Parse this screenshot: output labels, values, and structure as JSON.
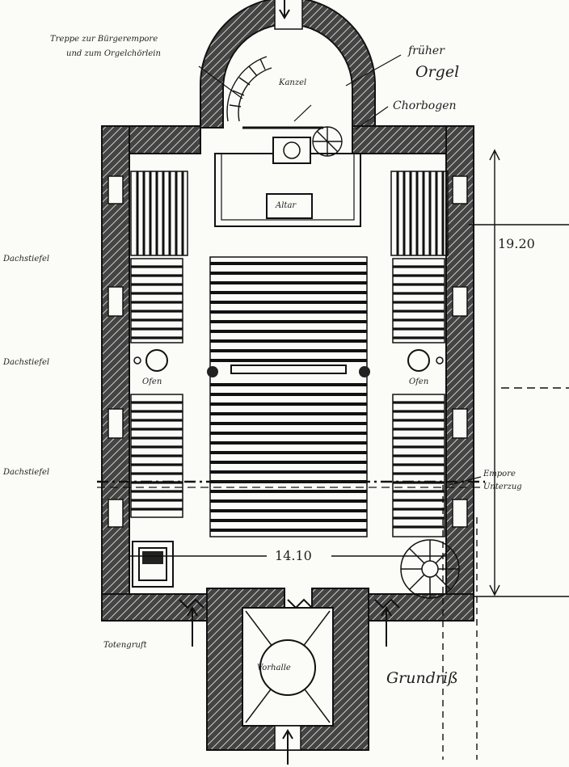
{
  "labels": {
    "stair_note_1": "Treppe zur Bürgerempore",
    "stair_note_2": "und zum Orgelchörlein",
    "frueher_1": "früher",
    "frueher_2": "Orgel",
    "kanzel": "Kanzel",
    "altar": "Altar",
    "chorbogen": "Chorbogen",
    "pew_label_1": "Dachstiefel",
    "pew_label_2": "Dachstiefel",
    "pew_label_3": "Dachstiefel",
    "ofen_left": "Ofen",
    "ofen_right": "Ofen",
    "empore_1": "Empore",
    "empore_2": "Unterzug",
    "length_dim": "19.20",
    "width_dim": "14.10",
    "totengruft": "Totengruft",
    "vorhalle": "Vorhalle",
    "title": "Grundriß"
  }
}
